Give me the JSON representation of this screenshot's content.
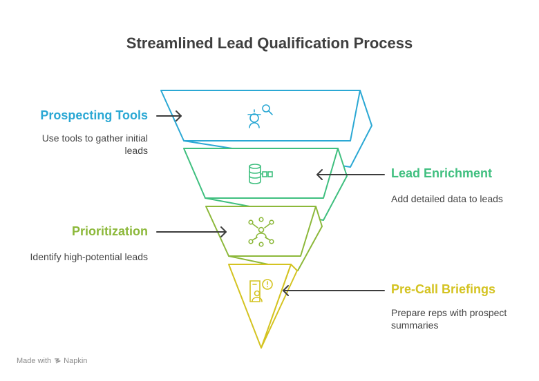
{
  "title": "Streamlined Lead Qualification Process",
  "stages": [
    {
      "name": "Prospecting Tools",
      "description": "Use tools to gather initial leads",
      "color": "#2ba8d4",
      "icon": "prospect-search-icon"
    },
    {
      "name": "Lead Enrichment",
      "description": "Add detailed data to leads",
      "color": "#3fbf7f",
      "icon": "database-connect-icon"
    },
    {
      "name": "Prioritization",
      "description": "Identify high-potential leads",
      "color": "#8cb83a",
      "icon": "network-people-icon"
    },
    {
      "name": "Pre-Call Briefings",
      "description": "Prepare reps with prospect summaries",
      "color": "#d4c321",
      "icon": "briefing-alert-icon"
    }
  ],
  "watermark": {
    "prefix": "Made with",
    "brand": "Napkin"
  }
}
